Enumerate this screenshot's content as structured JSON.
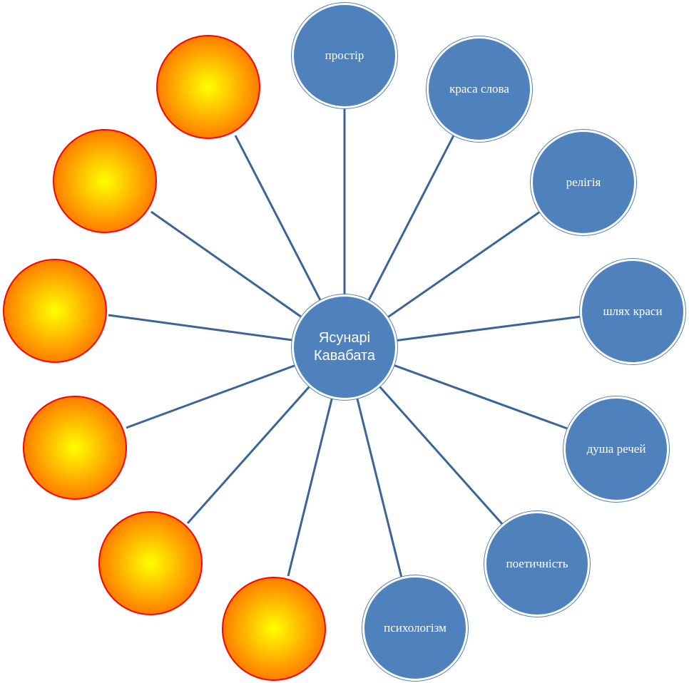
{
  "center": {
    "label_line1": "Ясунарі",
    "label_line2": "Кавабата"
  },
  "colors": {
    "blue_node": "#4f81bd",
    "connector": "#3c6496",
    "orange_edge": "#ff0000",
    "orange_core": "#ffff00",
    "node_text": "#ffffff"
  },
  "labeled_nodes": [
    {
      "label": "простір"
    },
    {
      "label": "краса слова"
    },
    {
      "label": "релігія"
    },
    {
      "label": "шлях краси"
    },
    {
      "label": "душа речей"
    },
    {
      "label": "поетичність"
    },
    {
      "label": "психологізм"
    }
  ],
  "unlabeled_nodes": [
    {
      "label": ""
    },
    {
      "label": ""
    },
    {
      "label": ""
    },
    {
      "label": ""
    },
    {
      "label": ""
    },
    {
      "label": ""
    }
  ]
}
